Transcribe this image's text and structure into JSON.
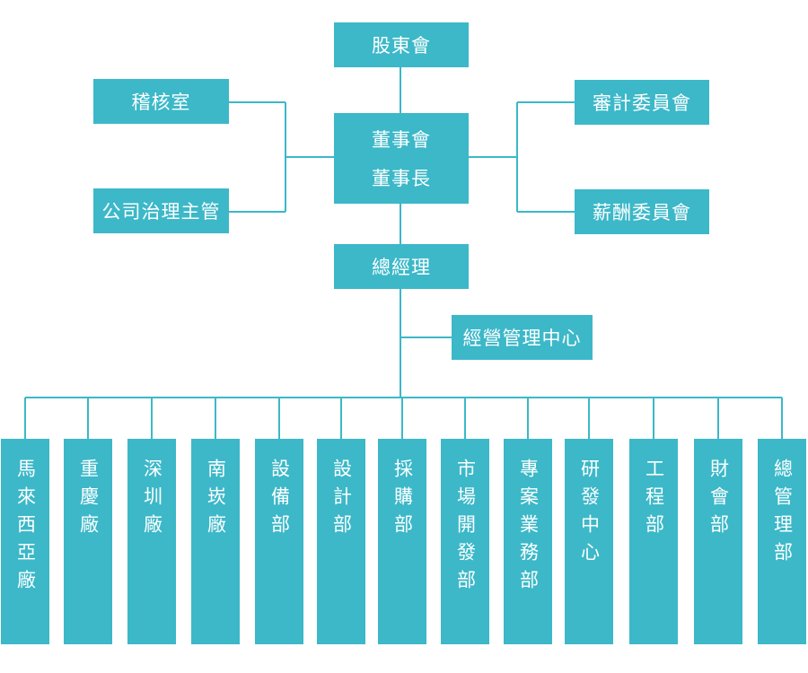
{
  "colors": {
    "box": "#3CB8C8",
    "line": "#3CB8C8",
    "text": "#FFFFFF"
  },
  "top": {
    "shareholders": "股東會",
    "audit_office": "稽核室",
    "governance_officer": "公司治理主管",
    "board": "董事會",
    "chairman": "董事長",
    "audit_committee": "審計委員會",
    "remuneration_committee": "薪酬委員會",
    "general_manager": "總經理",
    "management_center": "經營管理中心"
  },
  "departments": [
    "馬來西亞廠",
    "重慶廠",
    "深圳廠",
    "南崁廠",
    "設備部",
    "設計部",
    "採購部",
    "市場開發部",
    "專案業務部",
    "研發中心",
    "工程部",
    "財會部",
    "總管理部"
  ]
}
